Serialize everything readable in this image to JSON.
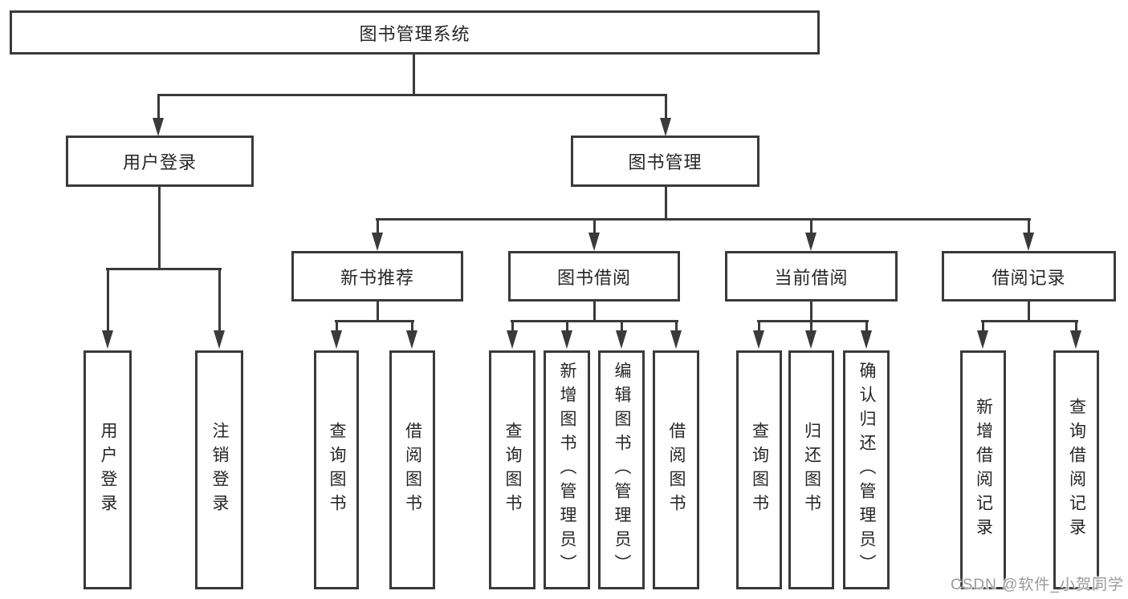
{
  "colors": {
    "line": "#3a3a3a",
    "text": "#262626",
    "background": "#ffffff",
    "watermark": "#9a9a9a"
  },
  "watermark": "CSDN @软件_小贺同学",
  "tree": {
    "root": "图书管理系统",
    "branches": [
      {
        "label": "用户登录",
        "children": [
          "用户登录",
          "注销登录"
        ]
      },
      {
        "label": "图书管理",
        "children": [
          {
            "label": "新书推荐",
            "children": [
              "查询图书",
              "借阅图书"
            ]
          },
          {
            "label": "图书借阅",
            "children": [
              "查询图书",
              "新增图书（管理员）",
              "编辑图书（管理员）",
              "借阅图书"
            ]
          },
          {
            "label": "当前借阅",
            "children": [
              "查询图书",
              "归还图书",
              "确认归还（管理员）"
            ]
          },
          {
            "label": "借阅记录",
            "children": [
              "新增借阅记录",
              "查询借阅记录"
            ]
          }
        ]
      }
    ]
  }
}
